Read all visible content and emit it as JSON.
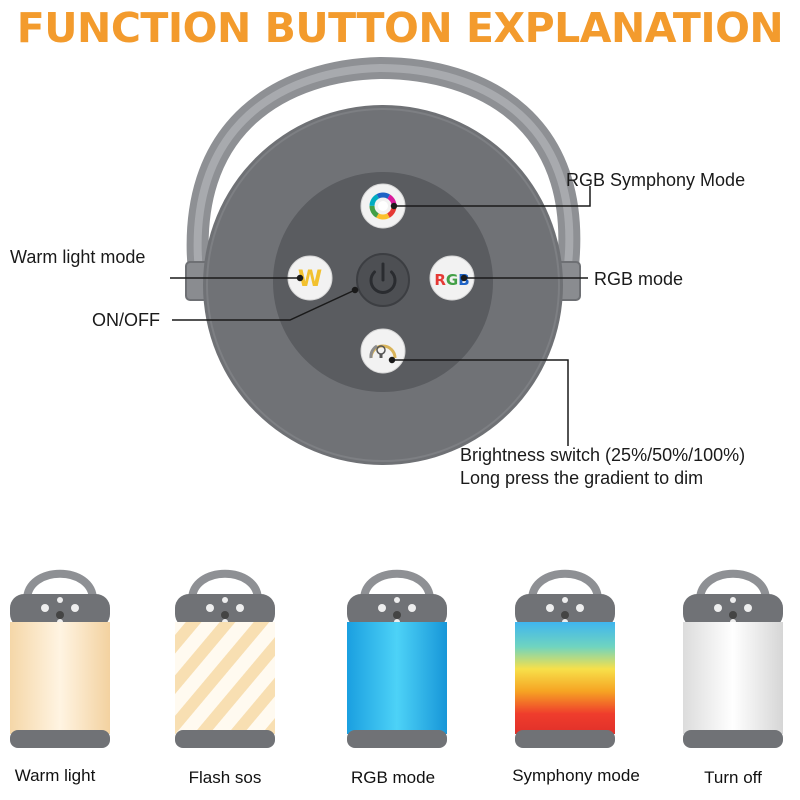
{
  "title": "FUNCTION BUTTON EXPLANATION",
  "callouts": {
    "symphony": "RGB Symphony Mode",
    "warm": "Warm light mode",
    "rgb": "RGB mode",
    "onoff": "ON/OFF",
    "brightness_line1": "Brightness switch (25%/50%/100%)",
    "brightness_line2": "Long press the gradient to dim"
  },
  "buttons": {
    "warm_letter": "W",
    "rgb_letters": [
      "R",
      "G",
      "B"
    ]
  },
  "modes": [
    {
      "caption": "Warm light"
    },
    {
      "caption": "Flash sos"
    },
    {
      "caption": "RGB mode"
    },
    {
      "caption": "Symphony mode"
    },
    {
      "caption": "Turn off"
    }
  ],
  "colors": {
    "title": "#f39b2d",
    "lamp_body": "#6f7175",
    "panel": "#5b5d61",
    "warm": "#f2c12e",
    "rgb_red": "#e53935",
    "rgb_green": "#43a047",
    "rgb_blue": "#1e63c6",
    "warm_glow": "#fbe6c4",
    "rgb_glow": "#2fb6ec",
    "off_glow": "#f4f4f4"
  },
  "icons": {
    "power": "power-icon",
    "color_wheel": "color-wheel-icon",
    "brightness": "brightness-dial-icon"
  }
}
